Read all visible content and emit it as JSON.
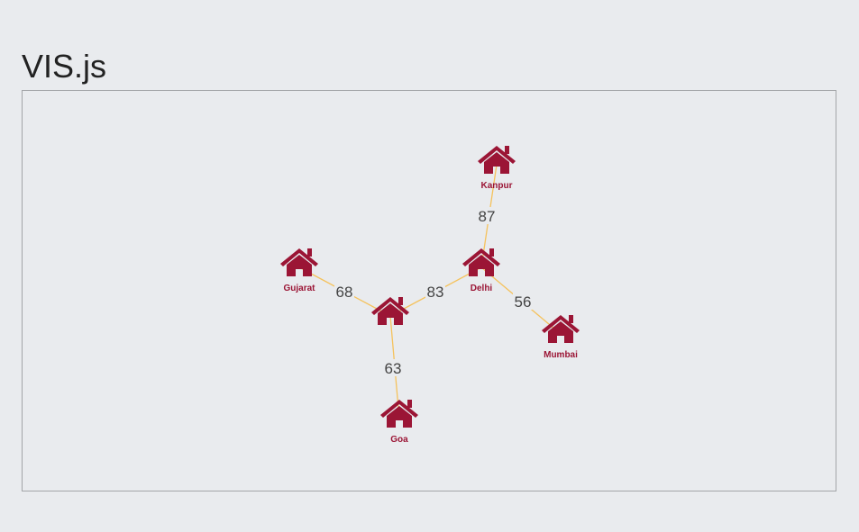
{
  "page": {
    "title": "VIS.js"
  },
  "colors": {
    "background": "#e9ebee",
    "node": "#9b1535",
    "edge": "#f5c25c",
    "edge_label": "#444444",
    "border": "#a3a5a8"
  },
  "network": {
    "node_icon": "home-icon",
    "nodes": [
      {
        "id": "hub",
        "label": ""
      },
      {
        "id": "kanpur",
        "label": "Kanpur"
      },
      {
        "id": "delhi",
        "label": "Delhi"
      },
      {
        "id": "gujarat",
        "label": "Gujarat"
      },
      {
        "id": "mumbai",
        "label": "Mumbai"
      },
      {
        "id": "goa",
        "label": "Goa"
      }
    ],
    "edges": [
      {
        "from": "delhi",
        "to": "kanpur",
        "label": "87"
      },
      {
        "from": "hub",
        "to": "delhi",
        "label": "83"
      },
      {
        "from": "gujarat",
        "to": "hub",
        "label": "68"
      },
      {
        "from": "delhi",
        "to": "mumbai",
        "label": "56"
      },
      {
        "from": "hub",
        "to": "goa",
        "label": "63"
      }
    ]
  }
}
